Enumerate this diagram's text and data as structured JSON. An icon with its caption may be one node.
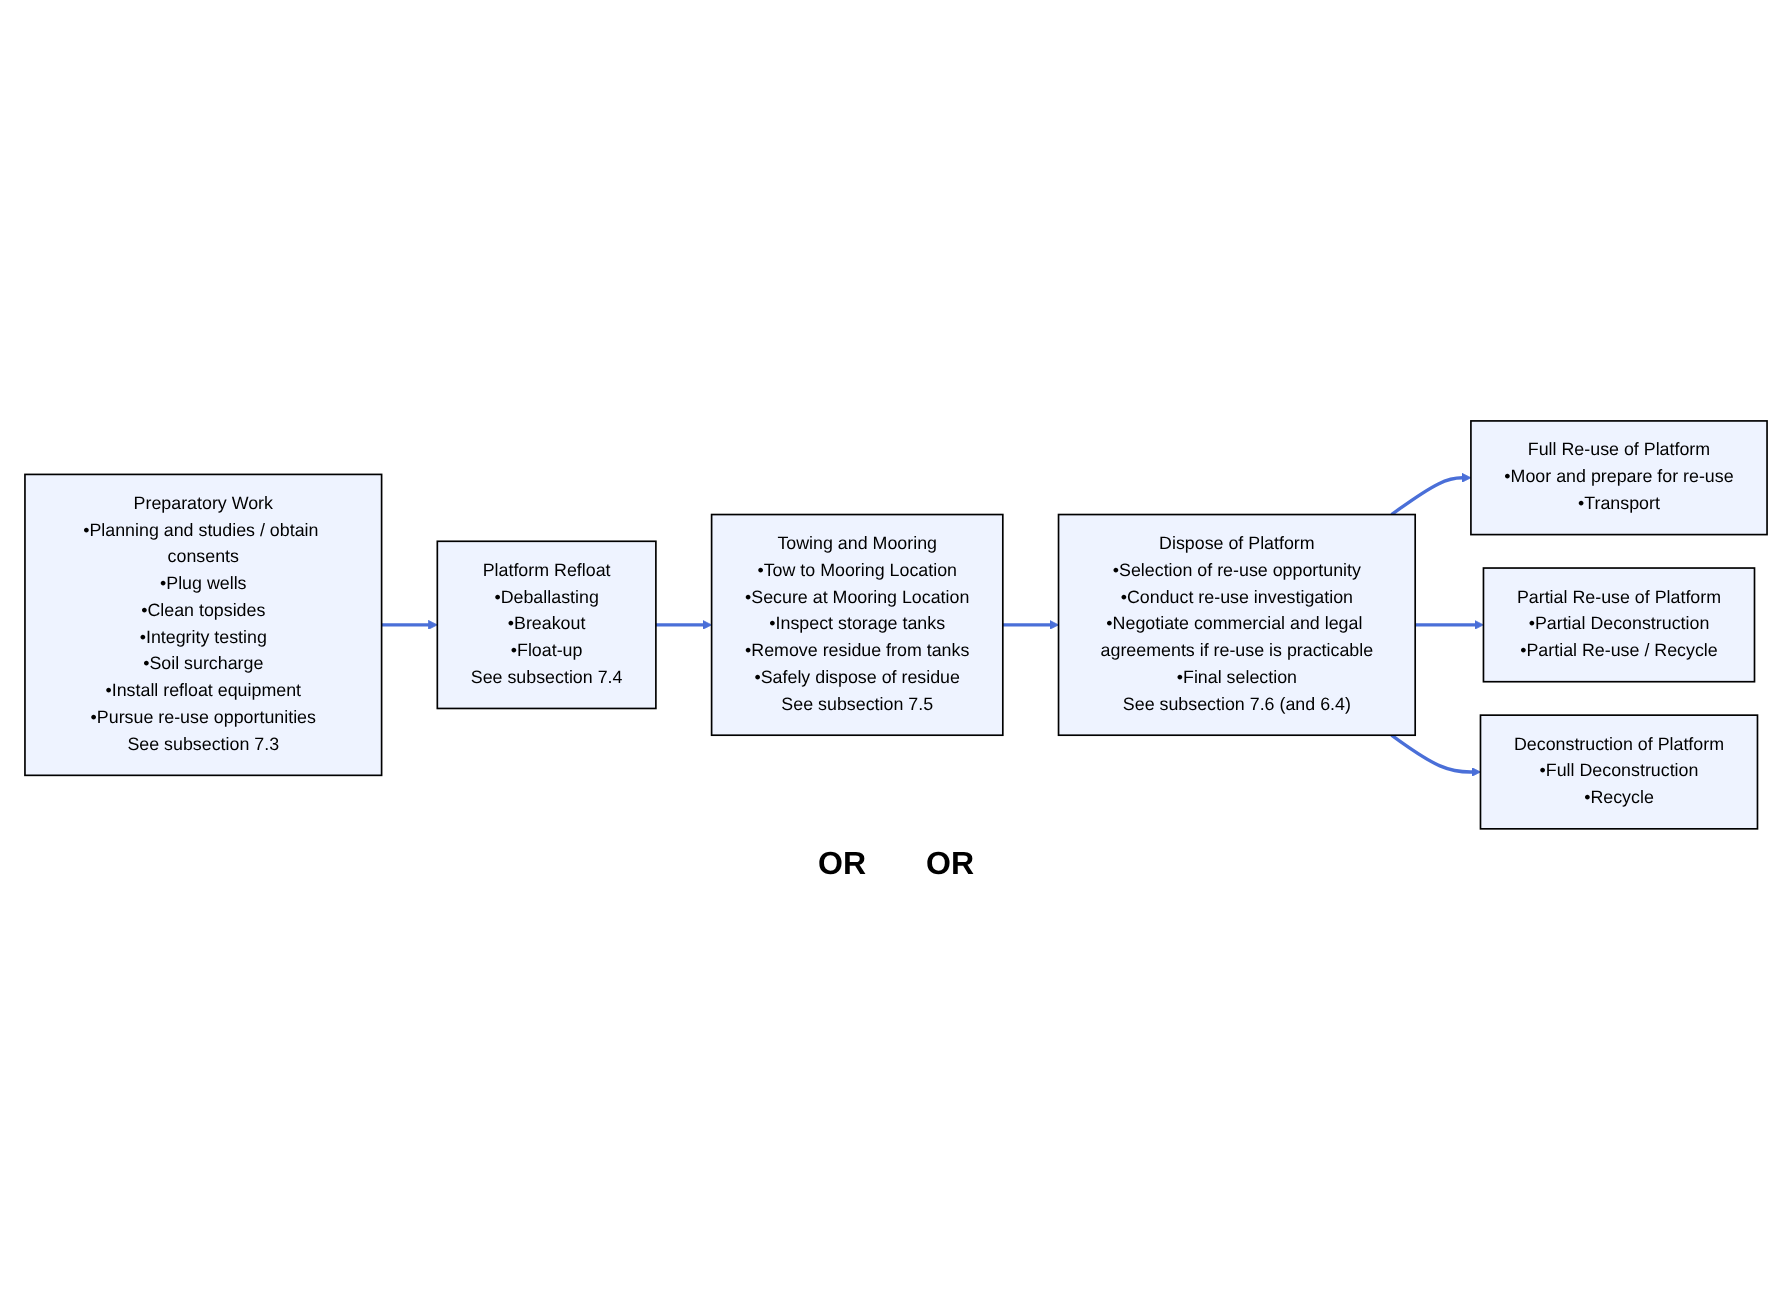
{
  "diagram": {
    "nodes": [
      {
        "text": [
          "Preparatory Work",
          "•Planning and studies / obtain consents",
          "•Plug wells",
          "•Clean topsides",
          "•Integrity testing",
          "•Soil surcharge",
          "•Install refloat equipment",
          "•Pursue re-use opportunities",
          "See subsection 7.3"
        ]
      },
      {
        "text": [
          "Platform Refloat",
          "•Deballasting",
          "•Breakout",
          "•Float-up",
          "See subsection 7.4"
        ]
      },
      {
        "text": [
          "Towing and Mooring",
          "•Tow to Mooring Location",
          "•Secure at Mooring Location",
          "•Inspect storage tanks",
          "•Remove residue from tanks",
          "•Safely dispose of residue",
          "See subsection 7.5"
        ]
      },
      {
        "text": [
          "Dispose of Platform",
          "•Selection of re-use opportunity",
          "•Conduct re-use investigation",
          "•Negotiate commercial and legal agreements if re-use is practicable",
          "•Final selection",
          "See subsection 7.6 (and 6.4)"
        ]
      },
      {
        "text": [
          "Full Re-use of Platform",
          "•Moor and prepare for re-use",
          "•Transport"
        ]
      },
      {
        "text": [
          "Partial Re-use of Platform",
          "•Partial Deconstruction",
          "•Partial Re-use / Recycle"
        ]
      },
      {
        "text": [
          "Deconstruction of Platform",
          "•Full Deconstruction",
          "•Recycle"
        ]
      }
    ],
    "edges": [
      {
        "from": 0,
        "to": 1,
        "arrow": "to"
      },
      {
        "from": 1,
        "to": 2,
        "arrow": "to"
      },
      {
        "from": 2,
        "to": 3,
        "arrow": "to"
      },
      {
        "from": 3,
        "to": 4,
        "arrow": "to"
      },
      {
        "from": 3,
        "to": 5,
        "arrow": "to"
      },
      {
        "from": 3,
        "to": 6,
        "arrow": "to"
      }
    ],
    "labels": [
      "OR",
      "OR"
    ]
  }
}
